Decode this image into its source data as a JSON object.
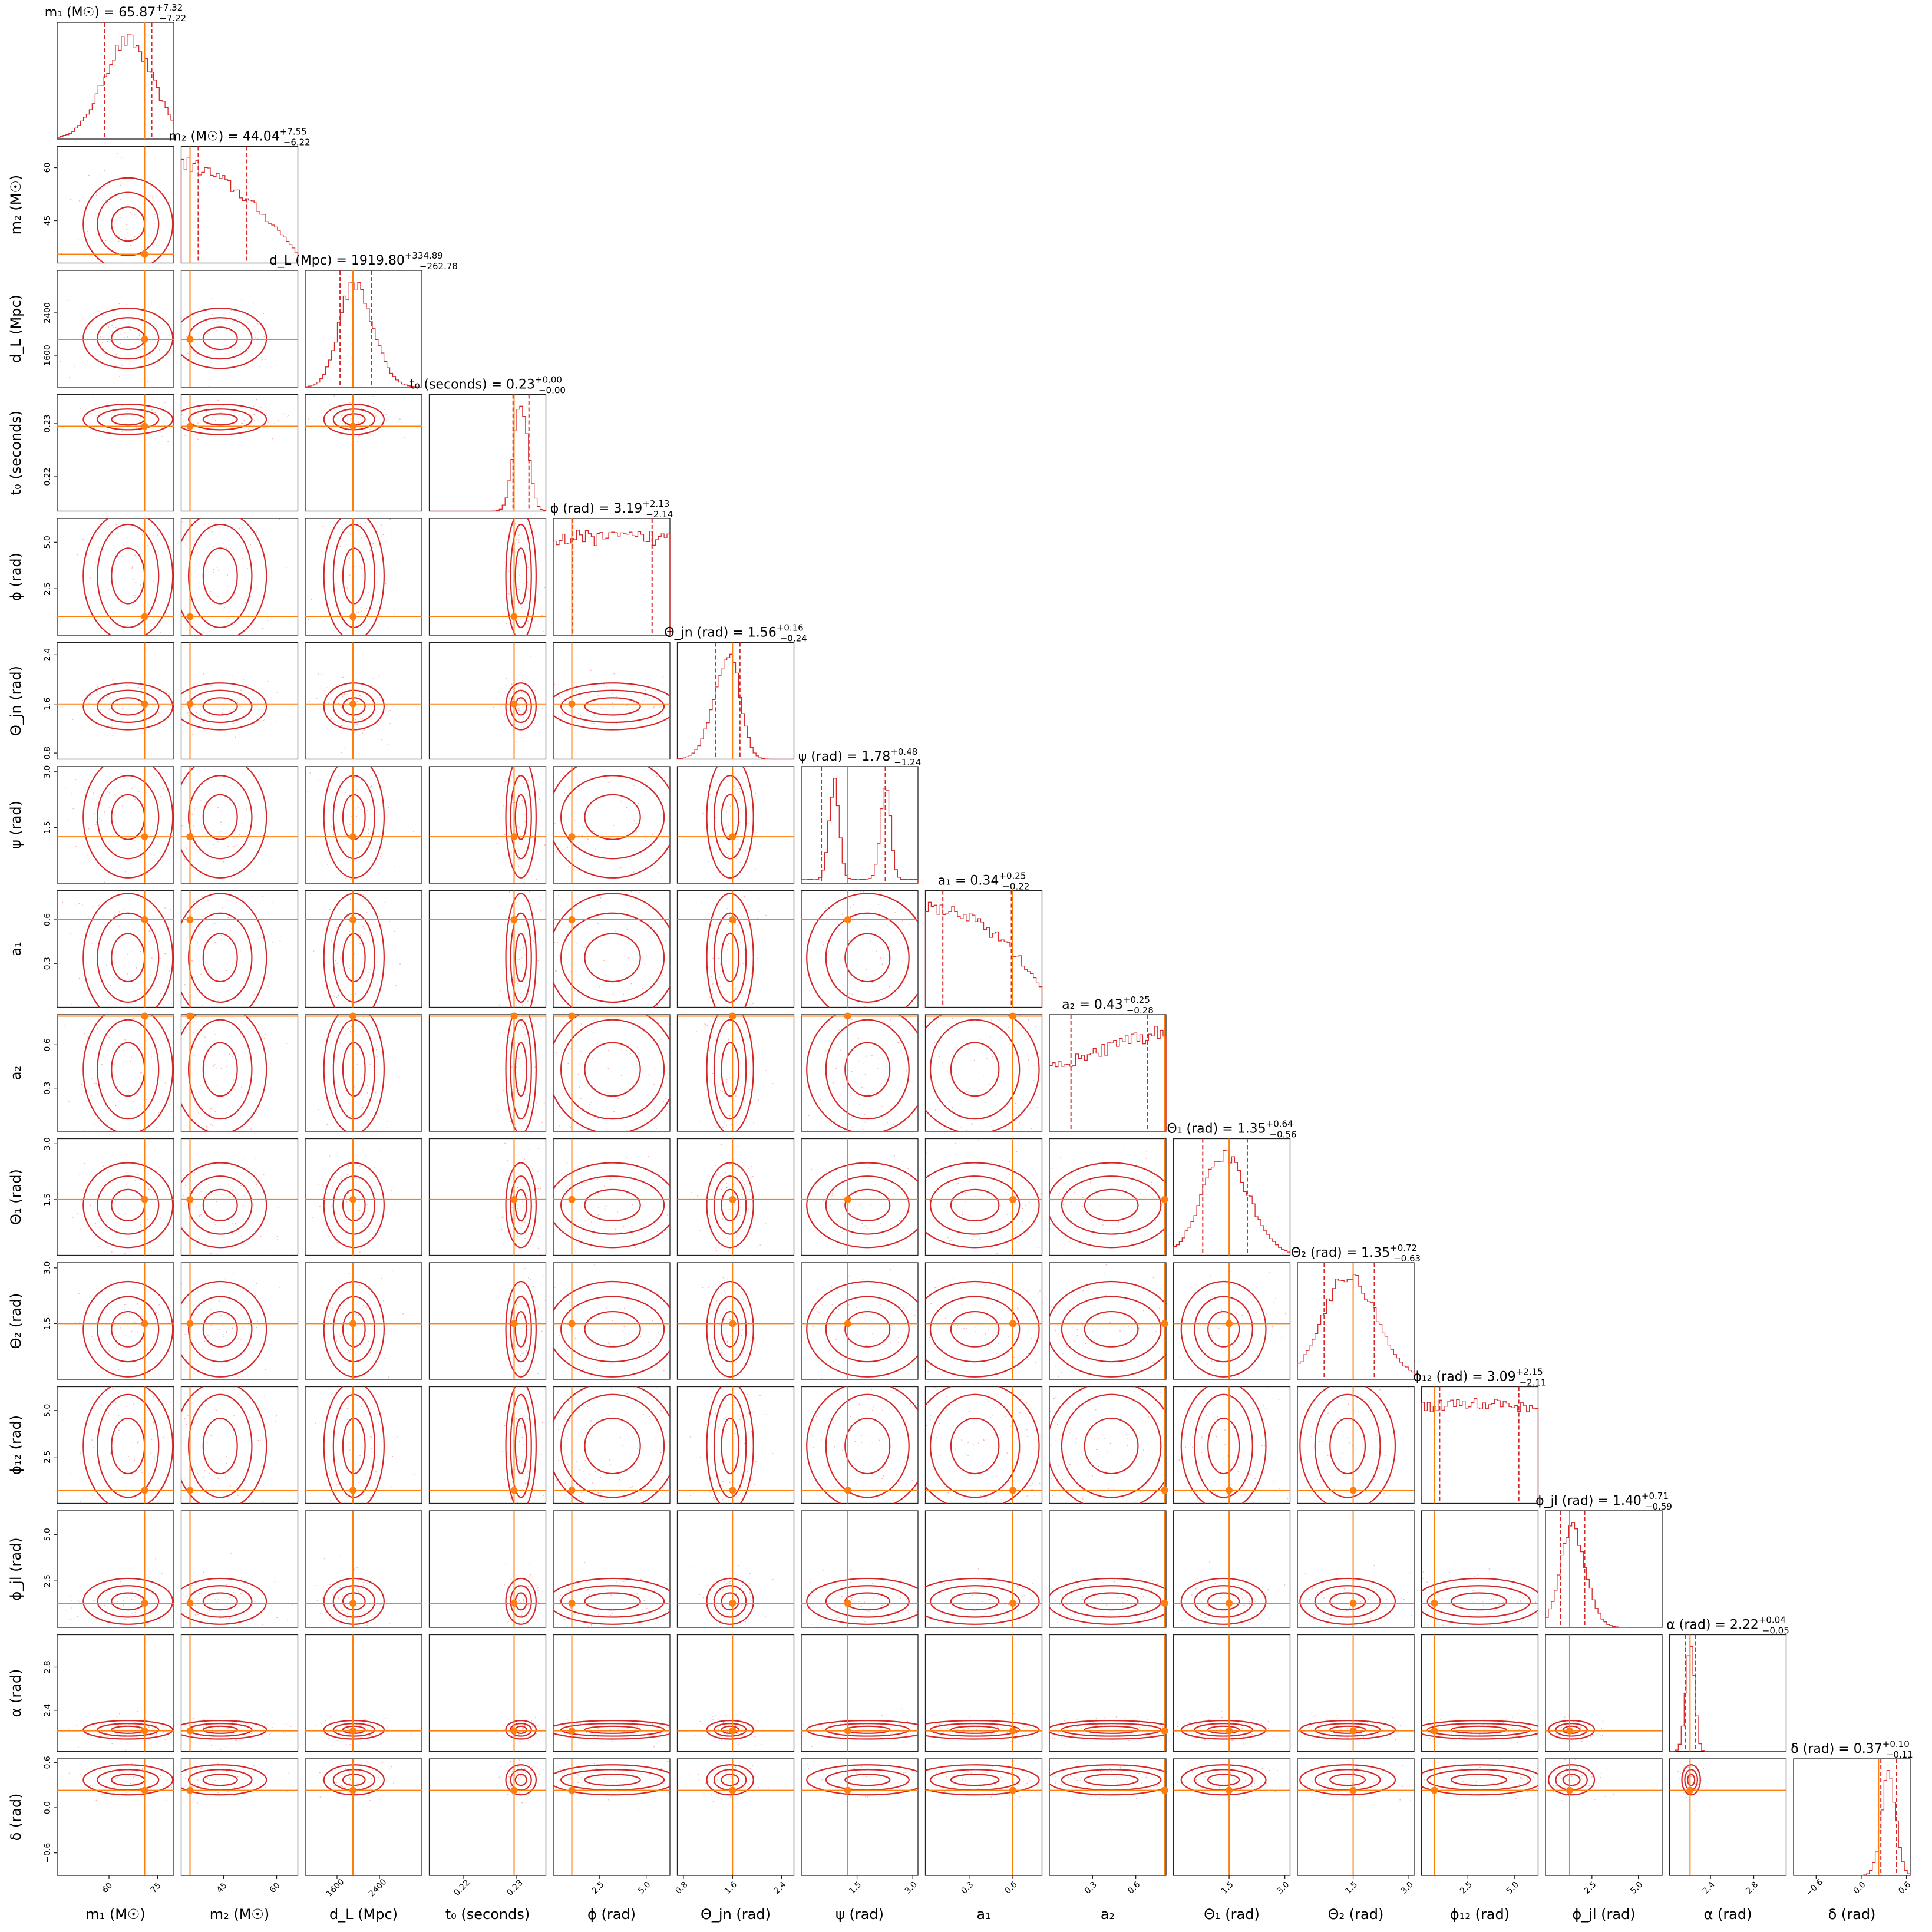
{
  "chart_data": {
    "type": "corner",
    "colors": {
      "posterior": "#d62728",
      "truth": "#ff7f0e",
      "axes": "#222222"
    },
    "parameters": [
      {
        "label": "m₁ (M☉)",
        "title": "m₁ (M☉) = 65.87",
        "sup": "+7.32",
        "sub": "−7.22",
        "median": 65.87,
        "err_minus": 7.22,
        "err_plus": 7.32,
        "truth": 71.0,
        "range": [
          44,
          80
        ],
        "ticks": [
          60,
          75
        ],
        "tick_labels": [
          "60",
          "75"
        ],
        "hist": "hump"
      },
      {
        "label": "m₂ (M☉)",
        "title": "m₂ (M☉) = 44.04",
        "sup": "+7.55",
        "sub": "−6.22",
        "median": 44.04,
        "err_minus": 6.22,
        "err_plus": 7.55,
        "truth": 35.5,
        "range": [
          33,
          66
        ],
        "ticks": [
          45,
          60
        ],
        "tick_labels": [
          "45",
          "60"
        ],
        "hist": "decay"
      },
      {
        "label": "d_L (Mpc)",
        "title": "d_L (Mpc) = 1919.80",
        "sup": "+334.89",
        "sub": "−262.78",
        "median": 1919.8,
        "err_minus": 262.78,
        "err_plus": 334.89,
        "truth": 1900,
        "range": [
          1000,
          3200
        ],
        "ticks": [
          1600,
          2400
        ],
        "tick_labels": [
          "1600",
          "2400"
        ],
        "hist": "peak"
      },
      {
        "label": "t₀ (seconds)",
        "title": "t₀ (seconds) = 0.23",
        "sup": "+0.00",
        "sub": "−0.00",
        "median": 0.2308,
        "err_minus": 0.0015,
        "err_plus": 0.0015,
        "truth": 0.2295,
        "range": [
          0.2135,
          0.2355
        ],
        "ticks": [
          0.22,
          0.23
        ],
        "tick_labels": [
          "0.22",
          "0.23"
        ],
        "hist": "narrow"
      },
      {
        "label": "ϕ (rad)",
        "title": "ϕ (rad) = 3.19",
        "sup": "+2.13",
        "sub": "−2.14",
        "median": 3.19,
        "err_minus": 2.14,
        "err_plus": 2.13,
        "truth": 1.0,
        "range": [
          0,
          6.28
        ],
        "ticks": [
          2.5,
          5.0
        ],
        "tick_labels": [
          "2.5",
          "5.0"
        ],
        "hist": "flat"
      },
      {
        "label": "Θ_jn (rad)",
        "title": "Θ_jn (rad) = 1.56",
        "sup": "+0.16",
        "sub": "−0.24",
        "median": 1.56,
        "err_minus": 0.24,
        "err_plus": 0.16,
        "truth": 1.6,
        "range": [
          0.7,
          2.6
        ],
        "ticks": [
          0.8,
          1.6,
          2.4
        ],
        "tick_labels": [
          "0.8",
          "1.6",
          "2.4"
        ],
        "hist": "skew"
      },
      {
        "label": "ψ (rad)",
        "title": "ψ (rad) = 1.78",
        "sup": "+0.48",
        "sub": "−1.24",
        "median": 1.78,
        "err_minus": 1.24,
        "err_plus": 0.48,
        "truth": 1.25,
        "range": [
          0,
          3.14
        ],
        "ticks": [
          1.5,
          3.0
        ],
        "tick_labels": [
          "1.5",
          "3.0"
        ],
        "hist": "bimodal"
      },
      {
        "label": "a₁",
        "title": "a₁ = 0.34",
        "sup": "+0.25",
        "sub": "−0.22",
        "median": 0.34,
        "err_minus": 0.22,
        "err_plus": 0.25,
        "truth": 0.6,
        "range": [
          0,
          0.8
        ],
        "ticks": [
          0.3,
          0.6
        ],
        "tick_labels": [
          "0.3",
          "0.6"
        ],
        "hist": "falling"
      },
      {
        "label": "a₂",
        "title": "a₂ = 0.43",
        "sup": "+0.25",
        "sub": "−0.28",
        "median": 0.43,
        "err_minus": 0.28,
        "err_plus": 0.25,
        "truth": 0.8,
        "range": [
          0,
          0.81
        ],
        "ticks": [
          0.3,
          0.6
        ],
        "tick_labels": [
          "0.3",
          "0.6"
        ],
        "hist": "rising"
      },
      {
        "label": "Θ₁ (rad)",
        "title": "Θ₁ (rad) = 1.35",
        "sup": "+0.64",
        "sub": "−0.56",
        "median": 1.35,
        "err_minus": 0.56,
        "err_plus": 0.64,
        "truth": 1.5,
        "range": [
          0,
          3.14
        ],
        "ticks": [
          1.5,
          3.0
        ],
        "tick_labels": [
          "1.5",
          "3.0"
        ],
        "hist": "hump"
      },
      {
        "label": "Θ₂ (rad)",
        "title": "Θ₂ (rad) = 1.35",
        "sup": "+0.72",
        "sub": "−0.63",
        "median": 1.35,
        "err_minus": 0.63,
        "err_plus": 0.72,
        "truth": 1.5,
        "range": [
          0,
          3.14
        ],
        "ticks": [
          1.5,
          3.0
        ],
        "tick_labels": [
          "1.5",
          "3.0"
        ],
        "hist": "hump"
      },
      {
        "label": "ϕ₁₂ (rad)",
        "title": "ϕ₁₂ (rad) = 3.09",
        "sup": "+2.15",
        "sub": "−2.11",
        "median": 3.09,
        "err_minus": 2.11,
        "err_plus": 2.15,
        "truth": 0.7,
        "range": [
          0,
          6.28
        ],
        "ticks": [
          2.5,
          5.0
        ],
        "tick_labels": [
          "2.5",
          "5.0"
        ],
        "hist": "flat"
      },
      {
        "label": "ϕ_jl (rad)",
        "title": "ϕ_jl (rad) = 1.40",
        "sup": "+0.71",
        "sub": "−0.59",
        "median": 1.4,
        "err_minus": 0.59,
        "err_plus": 0.71,
        "truth": 1.3,
        "range": [
          0,
          6.28
        ],
        "ticks": [
          2.5,
          5.0
        ],
        "tick_labels": [
          "2.5",
          "5.0"
        ],
        "hist": "peak"
      },
      {
        "label": "α (rad)",
        "title": "α (rad) = 2.22",
        "sup": "+0.04",
        "sub": "−0.05",
        "median": 2.22,
        "err_minus": 0.05,
        "err_plus": 0.04,
        "truth": 2.21,
        "range": [
          2.02,
          3.1
        ],
        "ticks": [
          2.4,
          2.8
        ],
        "tick_labels": [
          "2.4",
          "2.8"
        ],
        "hist": "narrow"
      },
      {
        "label": "δ (rad)",
        "title": "δ (rad) = 0.37",
        "sup": "+0.10",
        "sub": "−0.11",
        "median": 0.37,
        "err_minus": 0.11,
        "err_plus": 0.1,
        "truth": 0.23,
        "range": [
          -0.9,
          0.65
        ],
        "ticks": [
          -0.6,
          0.0,
          0.6
        ],
        "tick_labels": [
          "−0.6",
          "0.0",
          "0.6"
        ],
        "hist": "narrow"
      }
    ]
  }
}
